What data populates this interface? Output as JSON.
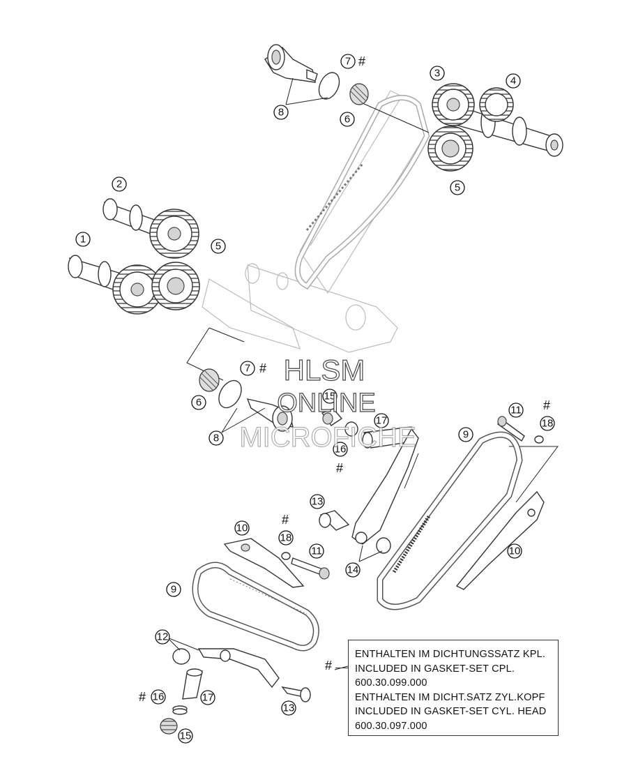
{
  "watermark": {
    "line1": "HLSM",
    "line2": "ONLINE",
    "line3": "MICROFICHE"
  },
  "callouts": {
    "c1": "1",
    "c2": "2",
    "c3": "3",
    "c4": "4",
    "c5a": "5",
    "c5b": "5",
    "c6a": "6",
    "c6b": "6",
    "c7a": "7",
    "c7b": "7",
    "c8a": "8",
    "c8b": "8",
    "c9a": "9",
    "c9b": "9",
    "c10a": "10",
    "c10b": "10",
    "c11a": "11",
    "c11b": "11",
    "c12": "12",
    "c13a": "13",
    "c13b": "13",
    "c14": "14",
    "c15a": "15",
    "c15b": "15",
    "c16a": "16",
    "c16b": "16",
    "c17a": "17",
    "c17b": "17",
    "c18a": "18",
    "c18b": "18"
  },
  "hash_symbol": "#",
  "note": {
    "symbol": "#",
    "lines": [
      "ENTHALTEN IM DICHTUNGSSATZ KPL.",
      "INCLUDED IN GASKET-SET CPL.",
      "600.30.099.000",
      "ENTHALTEN IM DICHT.SATZ ZYL.KOPF",
      "INCLUDED IN GASKET-SET CYL. HEAD",
      "600.30.097.000"
    ]
  }
}
